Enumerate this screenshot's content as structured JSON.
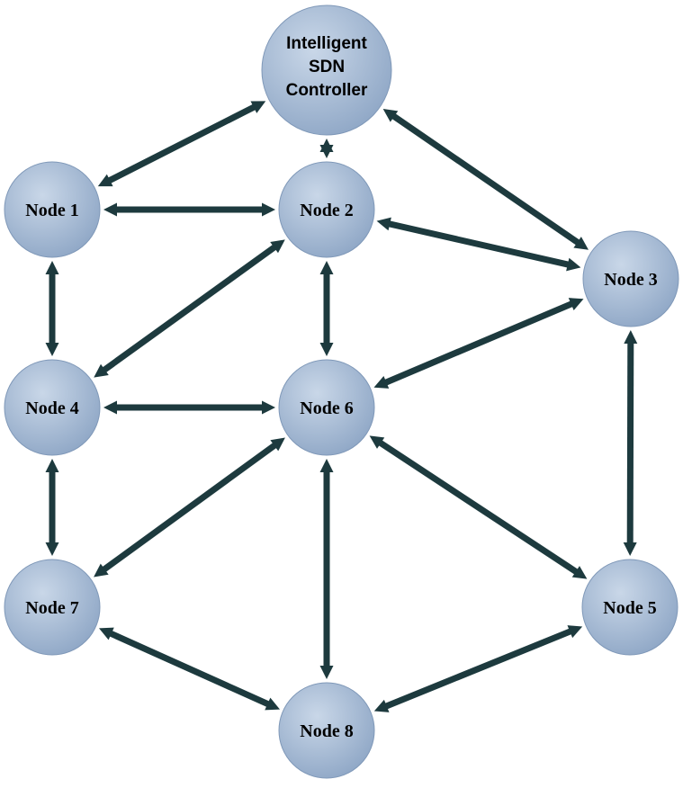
{
  "colors": {
    "node_fill_light": "#c9d7e8",
    "node_fill_dark": "#8fa7c6",
    "node_stroke": "#7f98b8",
    "edge": "#1d3a3e"
  },
  "controller": {
    "line1": "Intelligent",
    "line2": "SDN",
    "line3": "Controller"
  },
  "nodes": {
    "n1": "Node 1",
    "n2": "Node 2",
    "n3": "Node 3",
    "n4": "Node 4",
    "n5": "Node 5",
    "n6": "Node 6",
    "n7": "Node 7",
    "n8": "Node 8"
  },
  "edges": [
    {
      "from": "ctrl",
      "to": "n1"
    },
    {
      "from": "ctrl",
      "to": "n2"
    },
    {
      "from": "ctrl",
      "to": "n3"
    },
    {
      "from": "n1",
      "to": "n2"
    },
    {
      "from": "n1",
      "to": "n4"
    },
    {
      "from": "n2",
      "to": "n3"
    },
    {
      "from": "n2",
      "to": "n4"
    },
    {
      "from": "n2",
      "to": "n6"
    },
    {
      "from": "n3",
      "to": "n6"
    },
    {
      "from": "n3",
      "to": "n5"
    },
    {
      "from": "n4",
      "to": "n6"
    },
    {
      "from": "n4",
      "to": "n7"
    },
    {
      "from": "n6",
      "to": "n7"
    },
    {
      "from": "n6",
      "to": "n8"
    },
    {
      "from": "n6",
      "to": "n5"
    },
    {
      "from": "n7",
      "to": "n8"
    },
    {
      "from": "n8",
      "to": "n5"
    }
  ]
}
